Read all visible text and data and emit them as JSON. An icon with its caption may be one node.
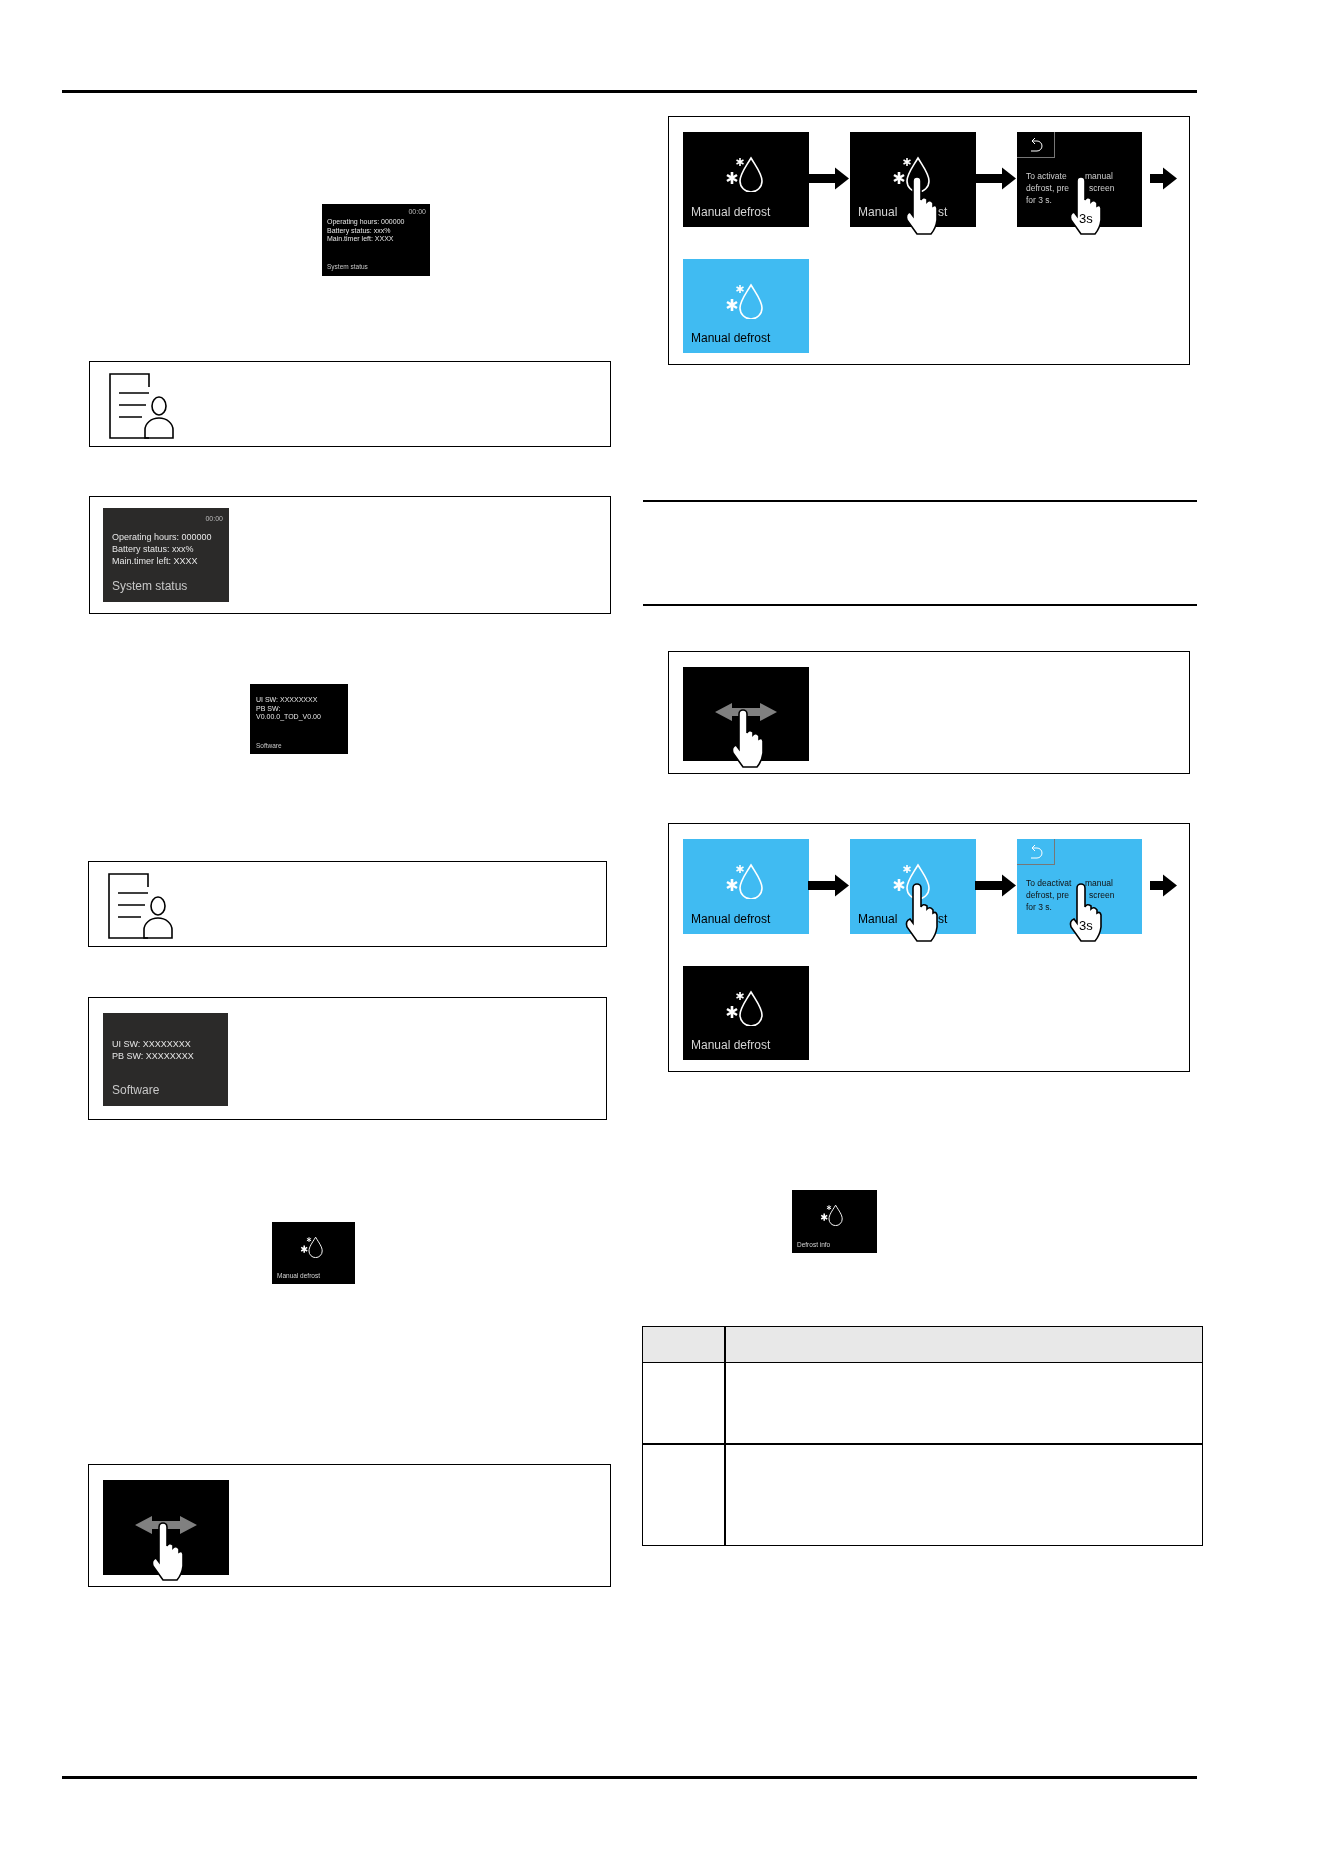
{
  "diagram": {
    "nodes": [
      {
        "text": [
          "00:00",
          "Operating hours: 000000",
          "Battery status: xxx%",
          "Main.timer left: XXXX",
          "System status"
        ]
      },
      {
        "text": [],
        "shape": "box"
      },
      {
        "text": [],
        "shape": "box"
      },
      {
        "text": [
          "00:00",
          "Operating hours: 000000",
          "Battery status: xxx%",
          "Main.timer left: XXXX",
          "System status"
        ],
        "in": 2
      },
      {
        "text": [
          "UI SW: XXXXXXXX",
          "PB SW:",
          "V0.00.0_TOD_V0.00",
          "Software"
        ]
      },
      {
        "text": [],
        "shape": "box"
      },
      {
        "text": [],
        "shape": "box"
      },
      {
        "text": [
          "UI SW: XXXXXXXX",
          "PB SW: XXXXXXXX",
          "Software"
        ],
        "in": 6
      },
      {
        "text": [
          "Manual defrost"
        ]
      },
      {
        "text": [],
        "shape": "box"
      },
      {
        "text": [],
        "shape": "box",
        "in": 9
      },
      {
        "text": [],
        "shape": "box"
      },
      {
        "text": [
          "Manual defrost"
        ],
        "in": 11
      },
      {
        "text": [
          "Manual",
          "st"
        ],
        "in": 11
      },
      {
        "text": [
          "To activate",
          "manual",
          "defrost, pre",
          "screen",
          "for 3 s.",
          "3s"
        ],
        "in": 11
      },
      {
        "text": [
          "Manual defrost"
        ],
        "in": 11
      },
      {
        "text": [],
        "shape": "box"
      },
      {
        "text": [],
        "shape": "box",
        "in": 16
      },
      {
        "text": [],
        "shape": "box"
      },
      {
        "text": [
          "Manual defrost"
        ],
        "in": 18
      },
      {
        "text": [
          "Manual",
          "st"
        ],
        "in": 18
      },
      {
        "text": [
          "To deactivat",
          "manual",
          "defrost, pre",
          "screen",
          "for 3 s.",
          "3s"
        ],
        "in": 18
      },
      {
        "text": [
          "Manual defrost"
        ],
        "in": 18
      },
      {
        "text": [
          "Defrost info"
        ]
      }
    ],
    "edges": [
      {
        "from": 12,
        "to": 13,
        "arrow": "to"
      },
      {
        "from": 13,
        "to": 14,
        "arrow": "to"
      },
      {
        "from": 14,
        "to": null,
        "arrow": "to"
      },
      {
        "from": 19,
        "to": 20,
        "arrow": "to"
      },
      {
        "from": 20,
        "to": 21,
        "arrow": "to"
      },
      {
        "from": 21,
        "to": null,
        "arrow": "to"
      }
    ]
  }
}
